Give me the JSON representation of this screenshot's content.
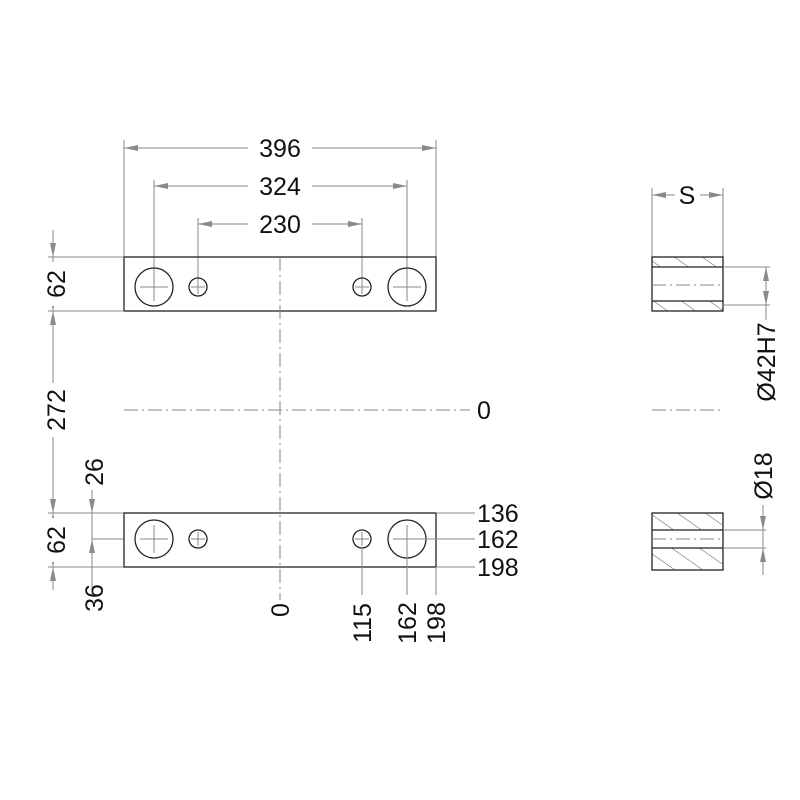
{
  "drawing": {
    "top_dims": {
      "overall": "396",
      "big_holes": "324",
      "small_holes": "230"
    },
    "left_dims": {
      "top_height": "62",
      "gap": "272",
      "bottom_height": "62",
      "upper_offset": "26",
      "lower_offset": "36"
    },
    "right_ordinates": {
      "top_edge": "136",
      "hole_axis": "162",
      "bottom_edge": "198",
      "center": "0"
    },
    "bottom_ordinates": {
      "center": "0",
      "small_hole": "115",
      "big_hole": "162",
      "edge": "198"
    },
    "side_view": {
      "thickness": "S",
      "bore_large": "Ø42H7",
      "bore_small": "Ø18"
    }
  }
}
